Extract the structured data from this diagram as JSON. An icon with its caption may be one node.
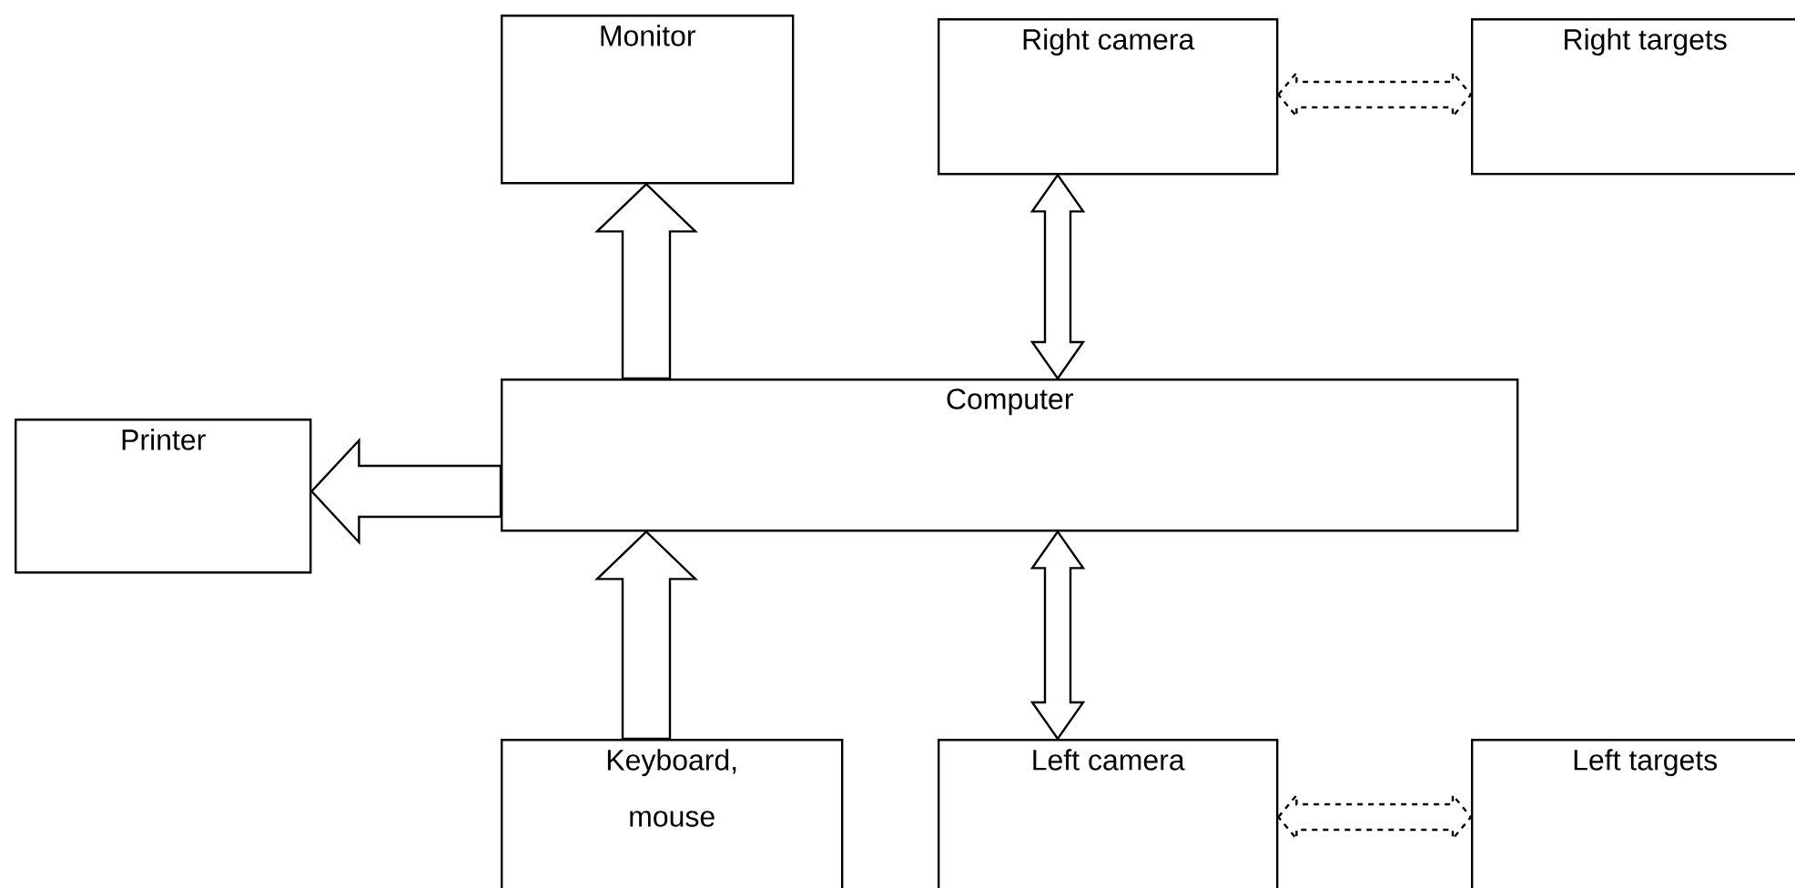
{
  "diagram": {
    "nodes": [
      {
        "text": [
          "Monitor"
        ]
      },
      {
        "text": [
          "Right camera"
        ]
      },
      {
        "text": [
          "Right targets"
        ]
      },
      {
        "text": [
          "Printer"
        ]
      },
      {
        "text": [
          "Computer"
        ]
      },
      {
        "text": [
          "Keyboard, mouse"
        ]
      },
      {
        "text": [
          "Left camera"
        ]
      },
      {
        "text": [
          "Left targets"
        ]
      }
    ],
    "edges": [
      {
        "from": 4,
        "to": 0,
        "arrow": "to"
      },
      {
        "from": 4,
        "to": 3,
        "arrow": "to"
      },
      {
        "from": 5,
        "to": 4,
        "arrow": "to"
      },
      {
        "from": 4,
        "to": 1,
        "arrow": "both"
      },
      {
        "from": 4,
        "to": 6,
        "arrow": "both"
      },
      {
        "from": 1,
        "to": 2,
        "arrow": "both",
        "style": "dashed"
      },
      {
        "from": 6,
        "to": 7,
        "arrow": "both",
        "style": "dashed"
      }
    ]
  }
}
